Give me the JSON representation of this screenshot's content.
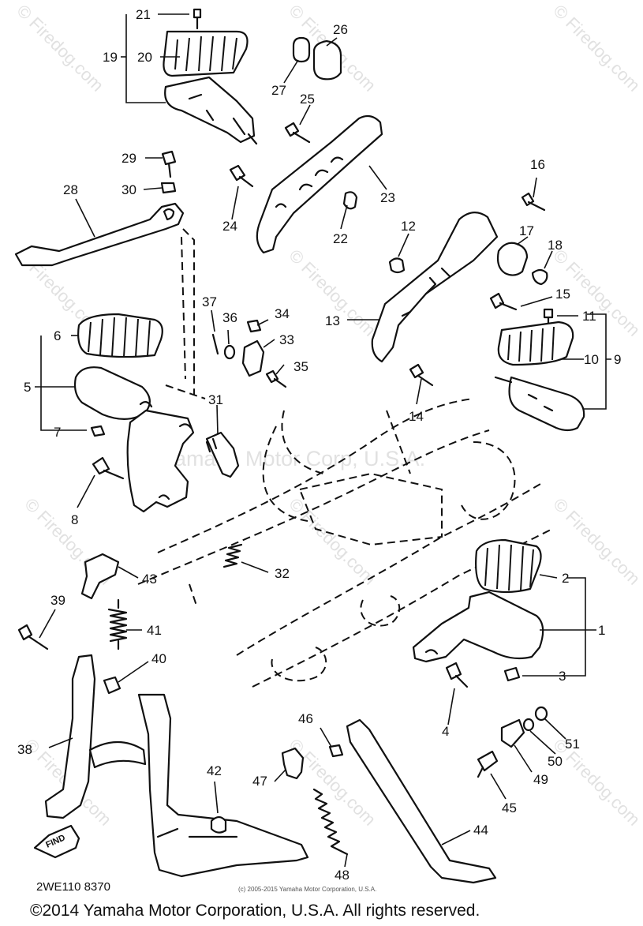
{
  "watermarks": {
    "brand": "© Firedog.com",
    "center": "Yamaha Motor Corp, U.S.A."
  },
  "diagram_code": "2WE110 8370",
  "small_copyright": "(c) 2005-2015 Yamaha Motor Corporation, U.S.A.",
  "find_label": "FIND",
  "copyright": "©2014 Yamaha Motor Corporation, U.S.A. All rights reserved.",
  "callouts": {
    "c1": "1",
    "c2": "2",
    "c3": "3",
    "c4": "4",
    "c5": "5",
    "c6": "6",
    "c7": "7",
    "c8": "8",
    "c9": "9",
    "c10": "10",
    "c11": "11",
    "c12": "12",
    "c13": "13",
    "c14": "14",
    "c15": "15",
    "c16": "16",
    "c17": "17",
    "c18": "18",
    "c19": "19",
    "c20": "20",
    "c21": "21",
    "c22": "22",
    "c23": "23",
    "c24": "24",
    "c25": "25",
    "c26": "26",
    "c27": "27",
    "c28": "28",
    "c29": "29",
    "c30": "30",
    "c31": "31",
    "c32": "32",
    "c33": "33",
    "c34": "34",
    "c35": "35",
    "c36": "36",
    "c37": "37",
    "c38": "38",
    "c39": "39",
    "c40": "40",
    "c41": "41",
    "c42": "42",
    "c43": "43",
    "c44": "44",
    "c45": "45",
    "c46": "46",
    "c47": "47",
    "c48": "48",
    "c49": "49",
    "c50": "50",
    "c51": "51"
  }
}
